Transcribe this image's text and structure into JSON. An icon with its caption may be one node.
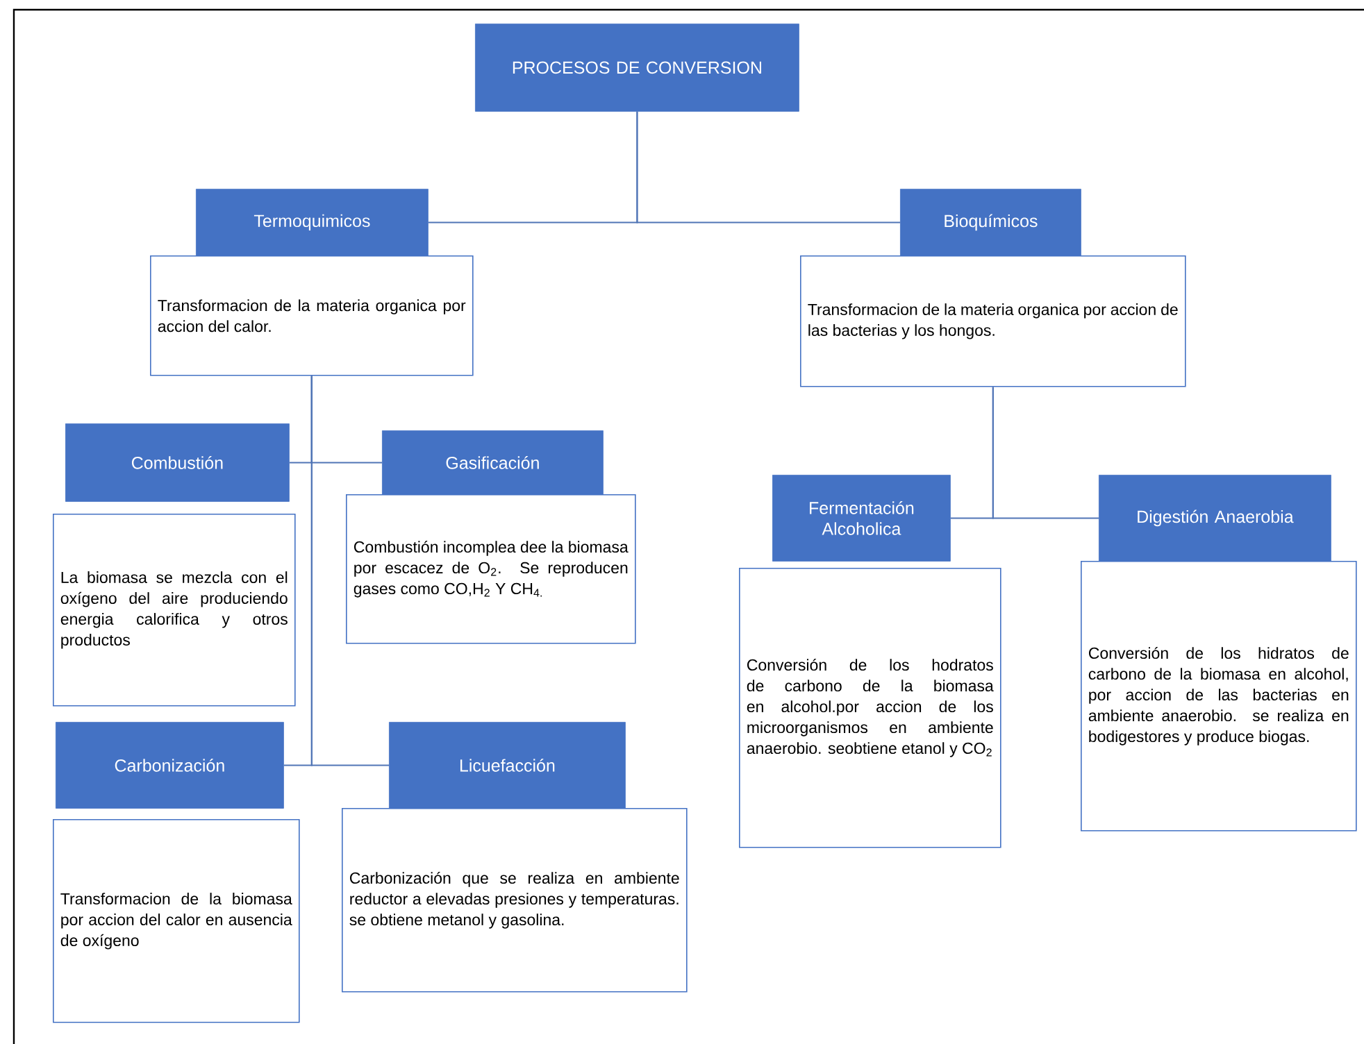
{
  "diagram": {
    "nodes": [
      {
        "text": [
          "PROCESOS DE CONVERSION"
        ]
      },
      {
        "text": [
          "Termoquimicos"
        ]
      },
      {
        "text": [
          "Transformacion de la materia organica por accion del calor."
        ]
      },
      {
        "text": [
          "Bioquímicos"
        ]
      },
      {
        "text": [
          "Transformacion de la materia organica por accion de las bacterias y los hongos."
        ]
      },
      {
        "text": [
          "Combustión"
        ]
      },
      {
        "text": [
          "La biomasa se mezcla con el oxígeno del aire produciendo energia calorifica y otros productos"
        ]
      },
      {
        "text": [
          "Gasificación"
        ]
      },
      {
        "text": [
          "Combustión incomplea dee la biomasa por escacez de O$_{2}$. Se reproducen gases como CO,H$_{2}$ Y CH$_{4.}$"
        ]
      },
      {
        "text": [
          "Carbonización"
        ]
      },
      {
        "text": [
          "Transformacion de la biomasa por accion del calor en ausencia de oxígeno"
        ]
      },
      {
        "text": [
          "Licuefacción"
        ]
      },
      {
        "text": [
          "Carbonización que se realiza en ambiente reductor a elevadas presiones y temperaturas. se obtiene metanol y gasolina."
        ]
      },
      {
        "text": [
          "Fermentación Alcoholica"
        ]
      },
      {
        "text": [
          "Conversión de los hodratos de carbono de la biomasa en alcohol.por accion de los microorganismos en ambiente anaerobio. seobtiene etanol y CO$_{2}$"
        ]
      },
      {
        "text": [
          "Digestión Anaerobia"
        ]
      },
      {
        "text": [
          "Conversión de los hidratos de carbono de la biomasa en alcohol, por accion de las bacterias en ambiente anaerobio. se realiza en bodigestores y produce biogas."
        ]
      }
    ],
    "edges": [
      {
        "from": 0,
        "to": 1,
        "arrow": "none"
      },
      {
        "from": 0,
        "to": 3,
        "arrow": "none"
      },
      {
        "from": 2,
        "to": 5,
        "arrow": "none"
      },
      {
        "from": 2,
        "to": 7,
        "arrow": "none"
      },
      {
        "from": 2,
        "to": 9,
        "arrow": "none"
      },
      {
        "from": 2,
        "to": 11,
        "arrow": "none"
      },
      {
        "from": 4,
        "to": 13,
        "arrow": "none"
      },
      {
        "from": 4,
        "to": 15,
        "arrow": "none"
      }
    ]
  }
}
